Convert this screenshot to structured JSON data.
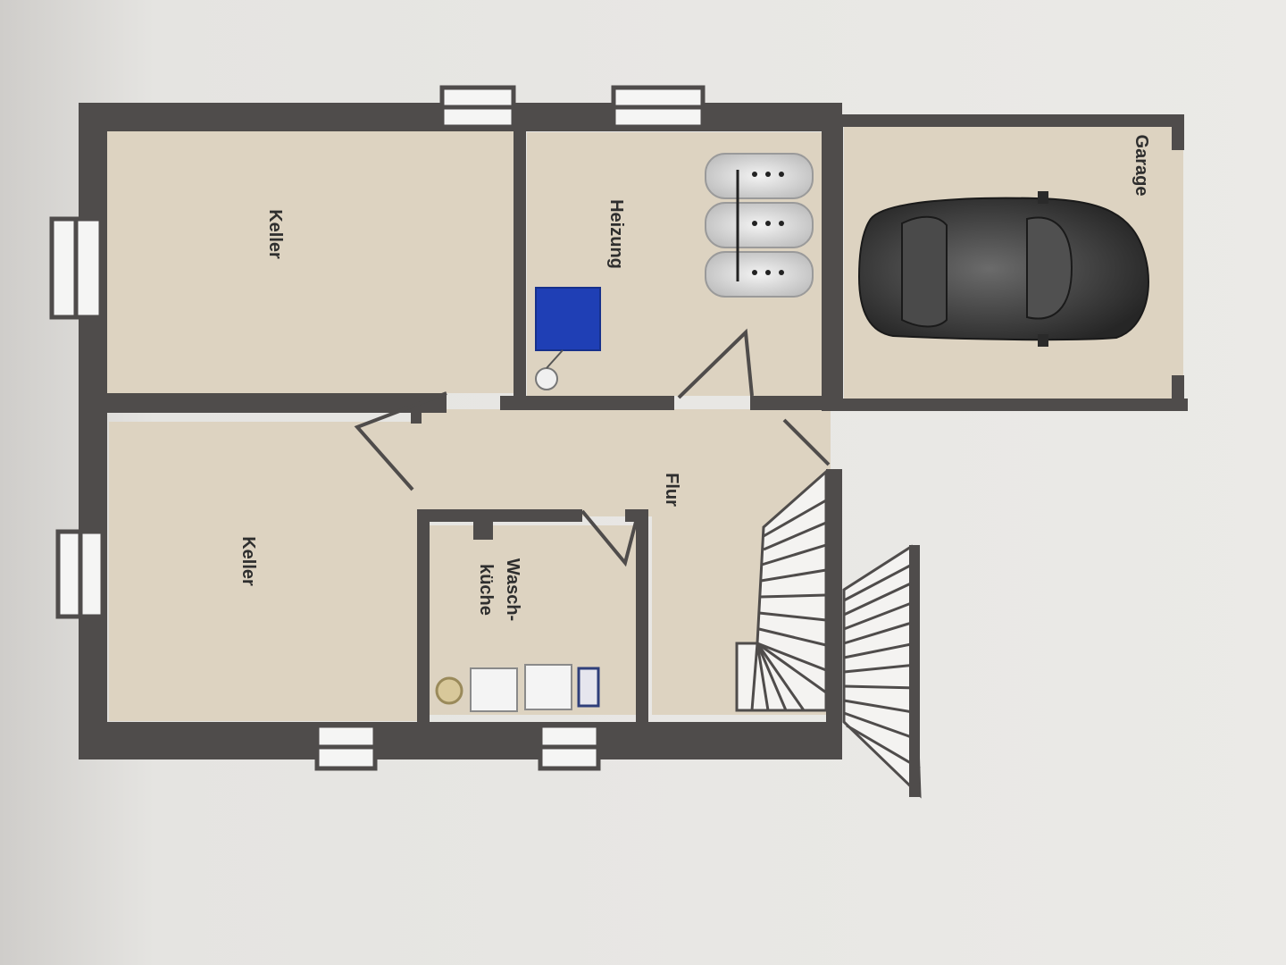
{
  "floor_plan": {
    "rooms": [
      {
        "id": "keller-top",
        "label": "Keller"
      },
      {
        "id": "heizung",
        "label": "Heizung"
      },
      {
        "id": "garage",
        "label": "Garage"
      },
      {
        "id": "keller-bottom",
        "label": "Keller"
      },
      {
        "id": "flur",
        "label": "Flur"
      },
      {
        "id": "waschkueche",
        "label_line1": "Wasch-",
        "label_line2": "küche"
      }
    ],
    "colors": {
      "background": "#e7e6e3",
      "floor": "#ddd3c1",
      "wall": "#4f4c4b",
      "boiler": "#1f3fb5",
      "car": "#3a3a3a"
    },
    "icons": [
      "oil-tank-icon",
      "boiler-icon",
      "car-icon",
      "washing-machine-icon",
      "dryer-icon",
      "sink-icon",
      "staircase-icon"
    ]
  }
}
